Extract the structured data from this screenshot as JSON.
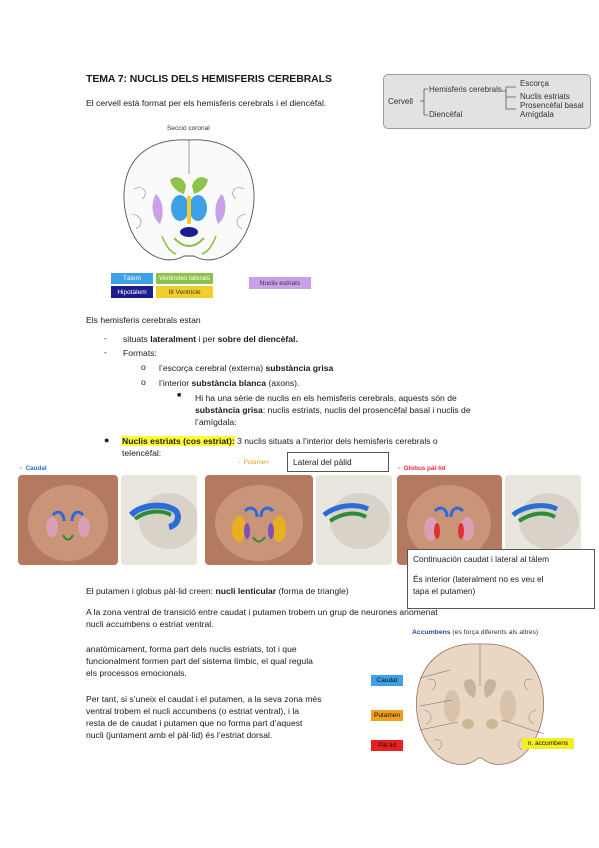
{
  "title": "TEMA 7: NUCLIS DELS HEMISFERIS CEREBRALS",
  "intro": "El cervell està format per els hemisferis cerebrals i el diencèfal.",
  "schema": {
    "root": "Cervell",
    "hemisferis": "Hemisferis cerebrals",
    "diencefal": "Diencèfal",
    "escorca": "Escorça",
    "nuclis_estriats": "Nuclis estriats",
    "prosencefal": "Prosencèfal basal",
    "amigdala": "Amígdala"
  },
  "coronal_figure": {
    "title": "Secció coronal",
    "legend": {
      "talem": "Tàlem",
      "ventricles": "Ventricles laterals",
      "hipotalem": "Hipotàlem",
      "iii_ventricle": "III Ventricle",
      "nuclis_estriats": "Nuclis estriats"
    },
    "colors": {
      "talem": "#3ea0e6",
      "ventricles": "#8fc24a",
      "hipotalem": "#1c1c8c",
      "iii_ventricle": "#f0cf2a",
      "nuclis_estriats": "#c8a2e8"
    }
  },
  "hemisferis_intro": "Els hemisferis cerebrals estan",
  "list": {
    "situats_pre": "situats ",
    "situats_b1": "lateralment",
    "situats_mid": "  i per ",
    "situats_b2": "sobre del diencèfal.",
    "formats": "Formats:",
    "escorca_pre": "l’escorça cerebral (externa) ",
    "escorca_b": "substància grisa",
    "interior_pre": "l’interior ",
    "interior_b": "substància blanca",
    "interior_post": " (axons).",
    "nuclis_l1": "Hi ha una sèrie de nuclis en els hemisferis cerebrals, aquests són de",
    "nuclis_l2b": "substància grisa",
    "nuclis_l2": ": nuclis estriats, nuclis del prosencèfal basal i nuclis de",
    "nuclis_l3": "l’amígdala:"
  },
  "estriats": {
    "label": "Nuclis estriats (cos estriat):",
    "text1": " 3 nuclis situats a l’interior dels hemisferis cerebrals o",
    "text2": "telencèfal:"
  },
  "photos": {
    "caudal": "Caudal",
    "putamen": "Putamen",
    "globus": "Globus pàl·lid",
    "callout_lateral": "Lateral del pàlid",
    "callout_continuacio": "Continuación caudat i lateral al tàlem",
    "callout_interior1": "És interior (lateralment no es veu el",
    "callout_interior2": "tapa el putamen)"
  },
  "para1_pre": "El putamen i globus pàl·lid creen: ",
  "para1_b": "nucli lenticular",
  "para1_post": " (forma de triangle)",
  "para2_l1": "A la zona ventral de transició entre caudat i putamen trobem un grup de neurones anomenat",
  "para2_l2": "nucli accumbens o estriat ventral.",
  "para3_l1": "anatòmicament, forma part dels nuclis estriats, tot i que",
  "para3_l2": "funcionalment formen part del sistema límbic, el qual regula",
  "para3_l3": "els processos emocionals.",
  "para4_l1": "Per tant, si s’uneix el caudat i el putamen, a la seva zona més",
  "para4_l2": "ventral trobem el nucli accumbens (o estriat ventral), i la",
  "para4_l3": "resta de de caudat i putamen que no forma part d’aquest",
  "para4_l4": "nucli (juntament amb el pàl·lid) és l’estriat dorsal.",
  "accumbens_fig": {
    "title_b": "Accumbens",
    "title_rest": " (es força diferents als altres)",
    "caudat": "Caudat",
    "putamen": "Putamen",
    "palid": "Pàl·lid",
    "accumbens": "n. accumbens"
  }
}
